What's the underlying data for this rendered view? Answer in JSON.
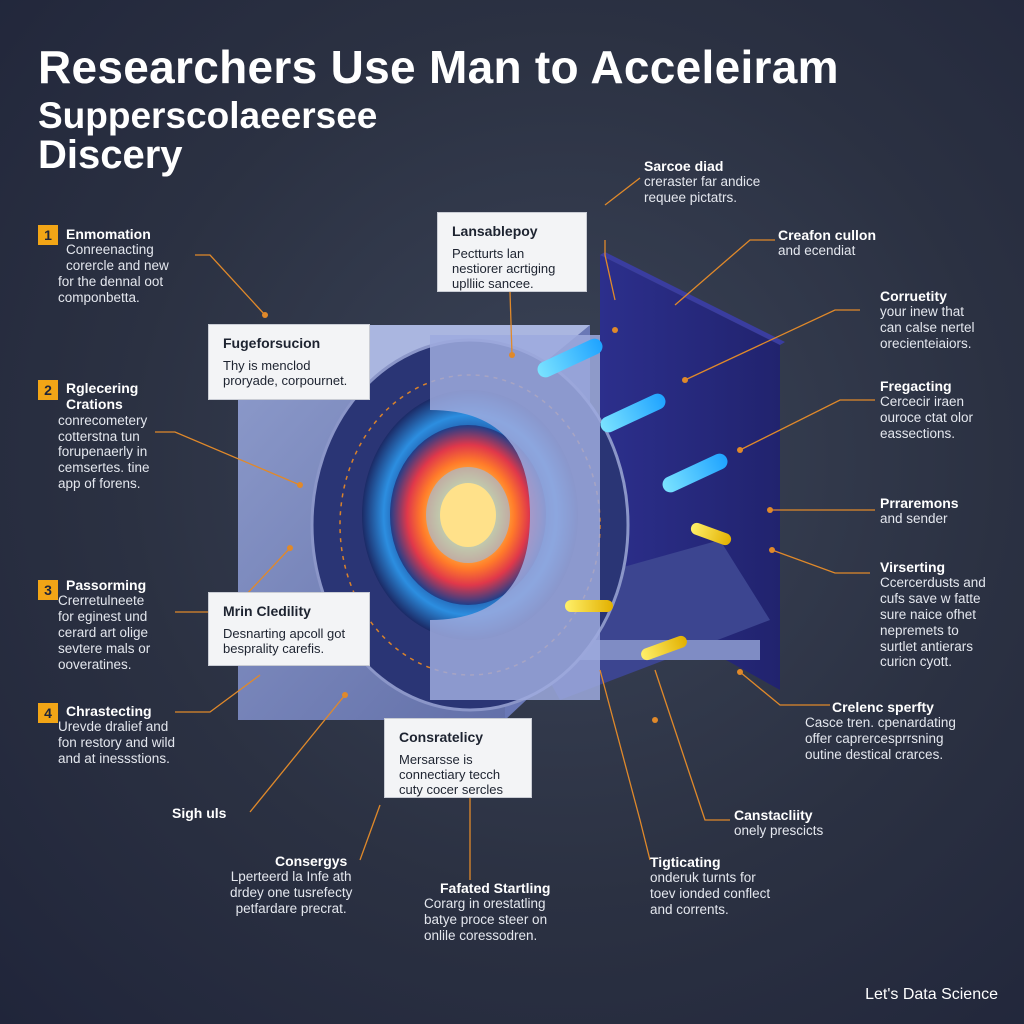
{
  "title": {
    "line1": "Researchers Use Man to Acceleiram",
    "line2": "Supperscolaeersee",
    "line3": "Discery"
  },
  "left_steps": [
    {
      "num": "1",
      "heading": "Enmomation",
      "body": [
        "Conreenacting",
        "corercle and new",
        "for the dennal oot",
        "componbetta."
      ]
    },
    {
      "num": "2",
      "heading": "Rglecering",
      "heading2": "Crations",
      "body": [
        "conrecometery",
        "cotterstna tun",
        "forupenaerly in",
        "cemsertes. tine",
        "app of forens."
      ]
    },
    {
      "num": "3",
      "heading": "Passorming",
      "body": [
        "Crerretulneete",
        "for eginest und",
        "cerard art olige",
        "sevtere mals or",
        "ooveratines."
      ]
    },
    {
      "num": "4",
      "heading": "Chrastecting",
      "body": [
        "Urevde dralief and",
        "fon restory and wild",
        "and at inessstions."
      ]
    }
  ],
  "left_extra": [
    {
      "heading": "Sigh uls",
      "body": []
    },
    {
      "heading": "Consergys",
      "body": [
        "Lperteerd la Infe ath",
        "drdey one tusrefecty",
        "petfardare precrat."
      ]
    }
  ],
  "boxes": [
    {
      "heading": "Lansablepoy",
      "body": [
        "Pectturts lan",
        "nestiorer acrtiging",
        "uplliic sancee."
      ]
    },
    {
      "heading": "Fugeforsucion",
      "body": [
        "Thy is menclod",
        "proryade, corpournet."
      ]
    },
    {
      "heading": "Mrin Cledility",
      "body": [
        "Desnarting apcoll got",
        "besprality carefis."
      ]
    },
    {
      "heading": "Consratelicy",
      "body": [
        "Mersarsse is",
        "connectiary tecch",
        "cuty cocer sercles"
      ]
    }
  ],
  "bottom": [
    {
      "heading": "Fafated Startling",
      "body": [
        "Corarg in orestatling",
        "batye proce steer on",
        "onlile coressodren."
      ]
    },
    {
      "heading": "Tigticating",
      "body": [
        "onderuk turnts for",
        "toev ionded conflect",
        "and corrents."
      ]
    }
  ],
  "right_callouts": [
    {
      "heading": "Sarcoe diad",
      "body": [
        "creraster far andice",
        "requee pictatrs."
      ]
    },
    {
      "heading": "Creafon cullon",
      "body": [
        "and ecendiat"
      ]
    },
    {
      "heading": "Corruetity",
      "body": [
        "your inew that",
        "can calse nertel",
        "orecienteiaiors."
      ]
    },
    {
      "heading": "Fregacting",
      "body": [
        "Cercecir iraen",
        "ouroce ctat olor",
        "eassections."
      ]
    },
    {
      "heading": "Prraremons",
      "body": [
        "and sender"
      ]
    },
    {
      "heading": "Virserting",
      "body": [
        "Ccercerdusts and",
        "cufs save w fatte",
        "sure naice ofhet",
        "nepremets to",
        "surtlet antierars",
        "curicn cyott."
      ]
    },
    {
      "heading": "Crelenc sperfty",
      "body": [
        "Casce tren. cpenardating",
        "offer caprercesprrsning",
        "outine destical crarces."
      ]
    },
    {
      "heading": "Canstacliity",
      "body": [
        "onely prescicts"
      ]
    }
  ],
  "footer": "Let's Data Science",
  "colors": {
    "accent": "#f2a516",
    "background": "#2b3142",
    "leader": "#e0892a"
  }
}
